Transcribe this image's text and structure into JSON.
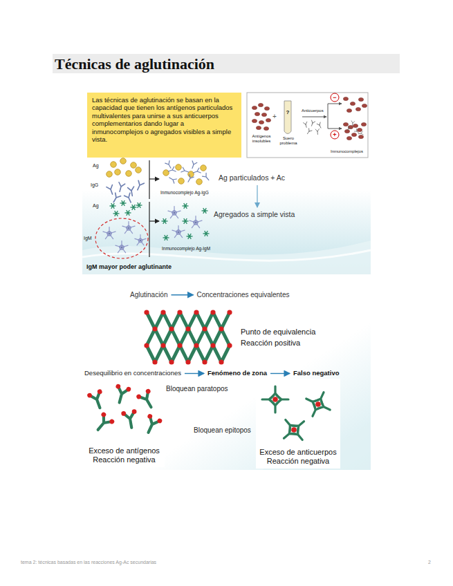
{
  "diagram": {
    "title": "Técnicas de aglutinación",
    "nodes": [
      {
        "text": [
          "Las técnicas de aglutinación se basan en la capacidad que tienen los antígenos particulados multivalentes para unirse a sus anticuerpos complementarios dando lugar a inmunocomplejos o agregados visibles a simple vista."
        ]
      },
      {
        "text": [
          "Exceso de antígenos",
          "Reacción negativa"
        ]
      },
      {
        "text": [
          "Exceso de anticuerpos",
          "Reacción negativa"
        ]
      }
    ],
    "labels": [
      "Ag",
      "IgG",
      "Inmunocomplejo Ag-IgG",
      "Ag",
      "IgM",
      "Inmunocomplejo Ag-IgM",
      "IgM mayor poder aglutinante",
      "Ag particulados + Ac",
      "Agregados a simple vista",
      "Antígenos insolubles",
      "+",
      "?",
      "Suero problema",
      "Anticuerpos",
      "−",
      "+",
      "Inmunocomplejos",
      "Aglutinación",
      "Concentraciones equivalentes",
      "Punto de equivalencia",
      "Reacción positiva",
      "Desequilibrio en concentraciones",
      "Fenómeno de zona",
      "Falso negativo",
      "Bloquean paratopos",
      "Bloquean epitopos",
      "tema 2: técnicas basadas en las reacciones Ag-Ac secundarias",
      "2"
    ]
  }
}
